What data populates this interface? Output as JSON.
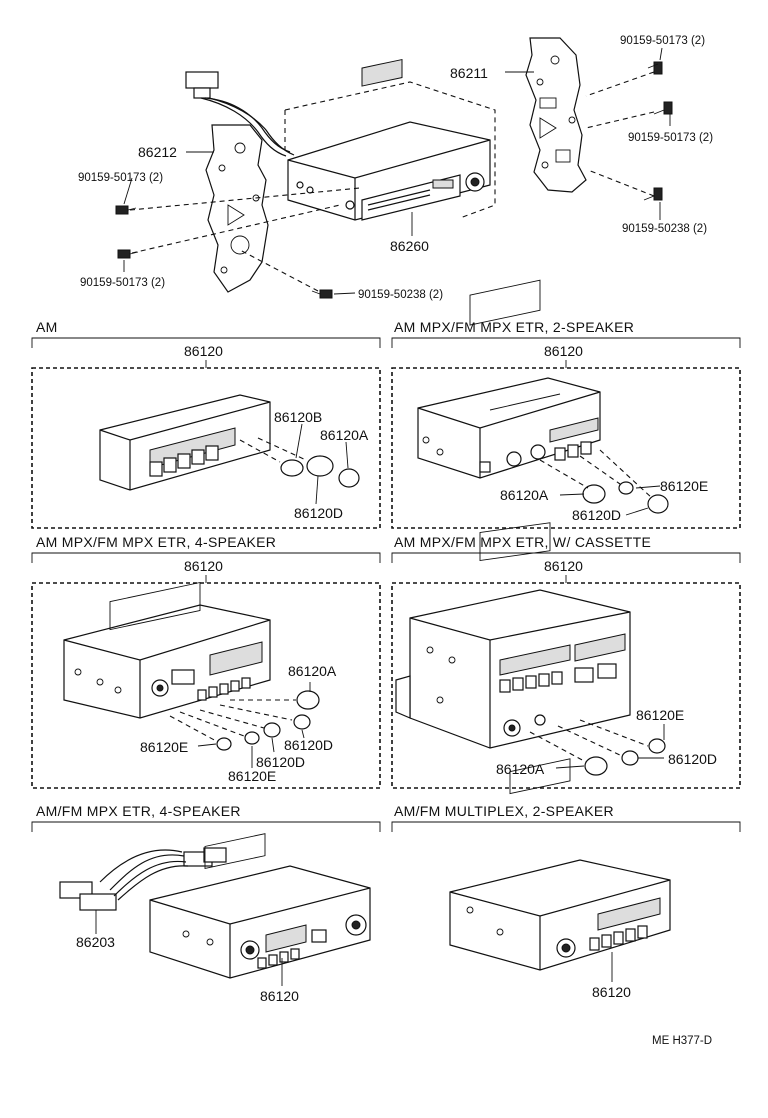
{
  "top": {
    "labels": {
      "bracket_right": "86211",
      "bracket_left": "86212",
      "radio_unit": "86260",
      "screw_right_top": "90159-50173 (2)",
      "screw_right_mid": "90159-50173 (2)",
      "screw_right_bottom": "90159-50238 (2)",
      "screw_left_top": "90159-50173 (2)",
      "screw_left_bottom": "90159-50173 (2)",
      "screw_bottom": "90159-50238 (2)"
    }
  },
  "sections": [
    {
      "title": "AM",
      "part": "86120",
      "callouts": [
        "86120B",
        "86120A",
        "86120D"
      ]
    },
    {
      "title": "AM  MPX/FM  MPX  ETR, 2-SPEAKER",
      "part": "86120",
      "callouts": [
        "86120E",
        "86120A",
        "86120D"
      ]
    },
    {
      "title": "AM  MPX/FM  MPX  ETR, 4-SPEAKER",
      "part": "86120",
      "callouts": [
        "86120A",
        "86120E",
        "86120D",
        "86120D",
        "86120E"
      ]
    },
    {
      "title": "AM  MPX/FM  MPX  ETR, W/ CASSETTE",
      "part": "86120",
      "callouts": [
        "86120E",
        "86120D",
        "86120A"
      ]
    },
    {
      "title": "AM/FM  MPX  ETR, 4-SPEAKER",
      "part": "86120",
      "callouts": [
        "86203"
      ]
    },
    {
      "title": "AM/FM  MULTIPLEX, 2-SPEAKER",
      "part": "86120",
      "callouts": []
    }
  ],
  "footer_code": "ME  H377-D"
}
